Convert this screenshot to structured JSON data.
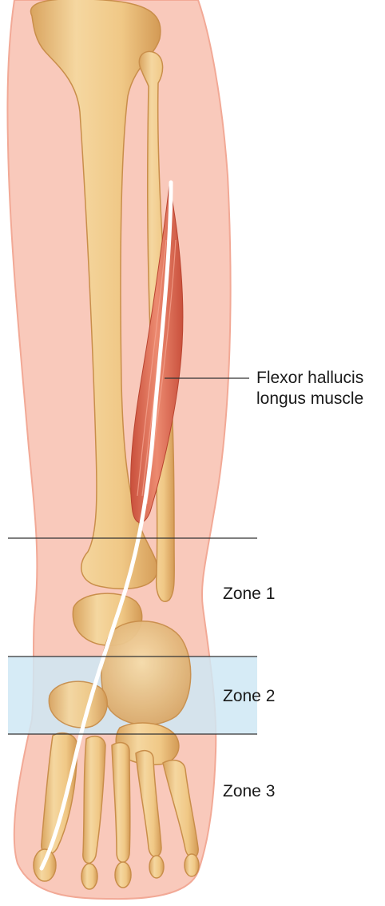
{
  "labels": {
    "muscle_line1": "Flexor hallucis",
    "muscle_line2": "longus muscle",
    "zone1": "Zone 1",
    "zone2": "Zone 2",
    "zone3": "Zone 3"
  },
  "colors": {
    "skin": "#f9c9bb",
    "skin_edge": "#f2a996",
    "bone": "#f1cc8e",
    "bone_shadow": "#d9a45f",
    "bone_highlight": "#fbe3b6",
    "muscle": "#e4715a",
    "muscle_dark": "#c9503c",
    "tendon": "#ffffff",
    "zone2_band": "#cfe7f5",
    "rule_line": "#333333"
  }
}
